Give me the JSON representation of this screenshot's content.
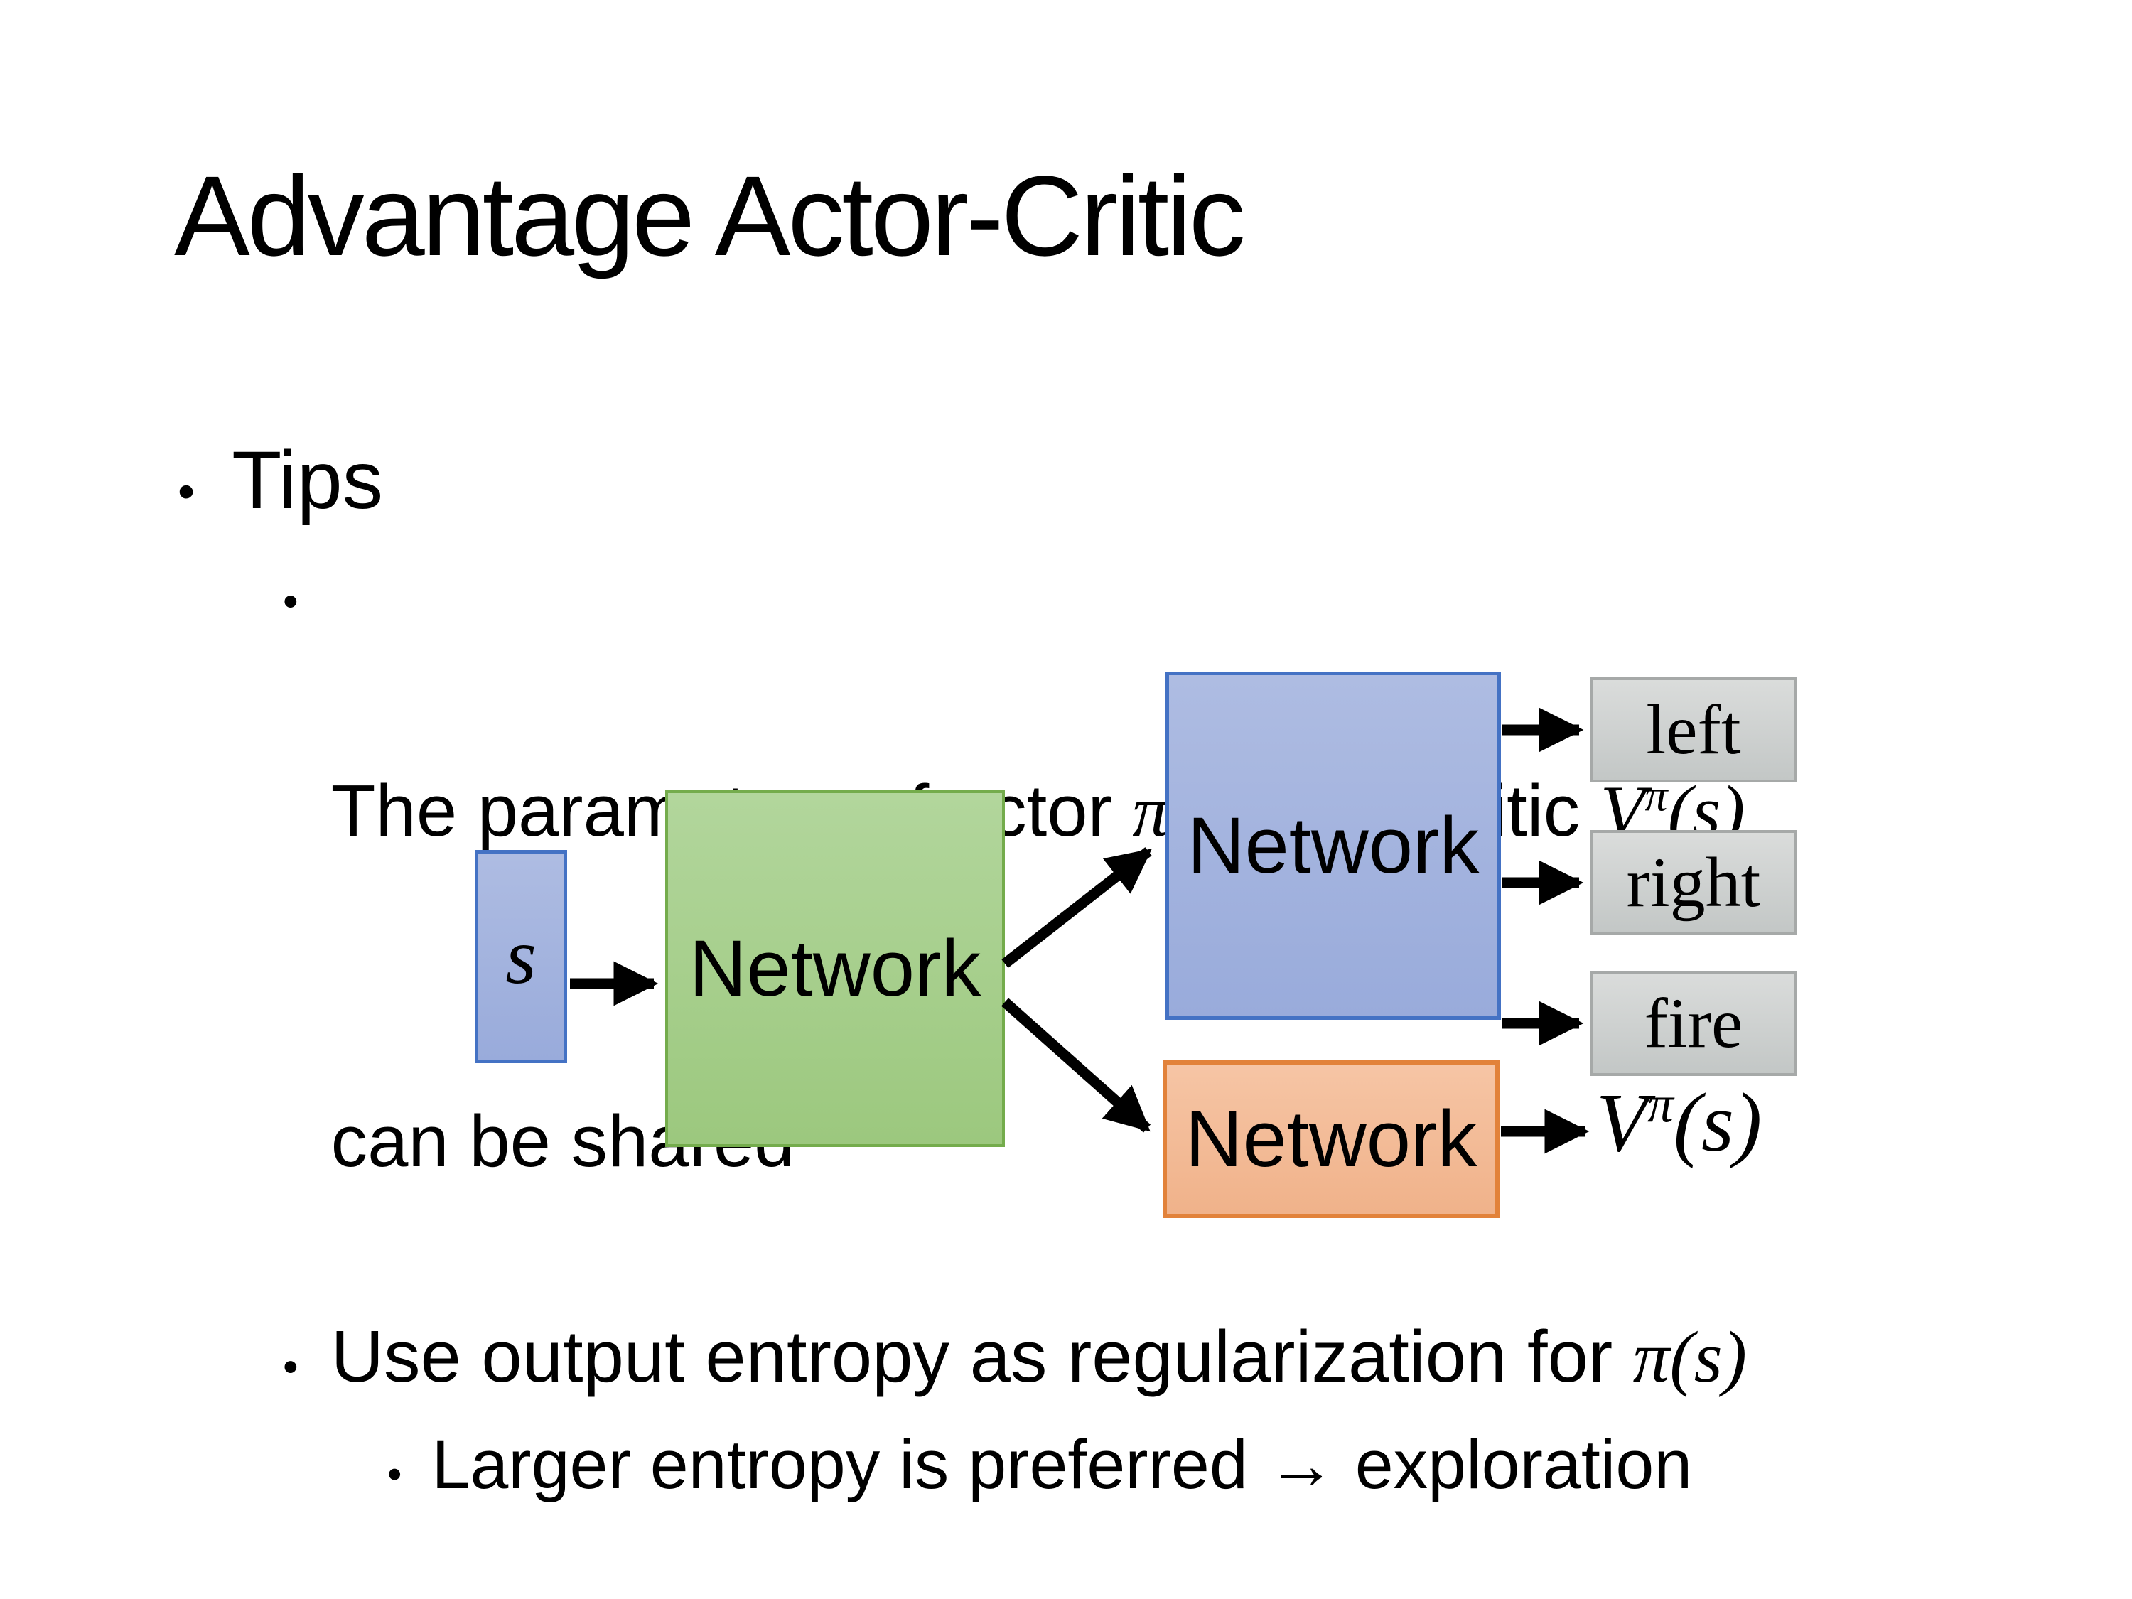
{
  "slide": {
    "title": "Advantage Actor-Critic",
    "bullet_char": "•",
    "tips": "Tips",
    "point1": {
      "pre": "The parameters of actor ",
      "actor_math": "π(s)",
      "mid": "  and critic ",
      "critic_base": "V",
      "critic_sup": "π",
      "critic_args": "(s)",
      "line2": "can be shared"
    },
    "point2": {
      "pre": "Use output entropy as regularization for ",
      "math": "π(s)"
    },
    "point3": "Larger entropy is preferred → exploration",
    "diagram": {
      "state_label": "s",
      "shared_network": "Network",
      "actor_network": "Network",
      "critic_network": "Network",
      "actions": [
        "left",
        "right",
        "fire"
      ],
      "value_base": "V",
      "value_sup": "π",
      "value_args": "(s)",
      "colors": {
        "background": "#ffffff",
        "text_color": "#000000",
        "arrow_color": "#000000",
        "blue_fill_top": "#aebce2",
        "blue_fill_bottom": "#99abdb",
        "blue_border": "#4472c4",
        "green_fill_top": "#b2d69c",
        "green_fill_bottom": "#9cc87e",
        "green_border": "#74ac4c",
        "orange_fill_top": "#f6c5a5",
        "orange_fill_bottom": "#f0b28a",
        "orange_border": "#e2823a",
        "gray_fill_top": "#dadcdb",
        "gray_fill_bottom": "#c3c7c6",
        "gray_border": "#a6a9a8"
      }
    }
  }
}
